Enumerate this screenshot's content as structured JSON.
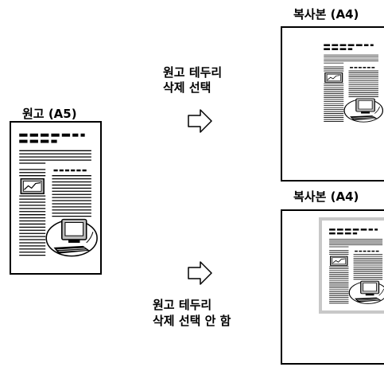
{
  "original": {
    "label": "원고 (A5)"
  },
  "copy_top": {
    "label": "복사본 (A4)"
  },
  "copy_bottom": {
    "label": "복사본 (A4)"
  },
  "option_erase": {
    "line1": "원고 테두리",
    "line2": "삭제 선택"
  },
  "option_no_erase": {
    "line1": "원고 테두리",
    "line2": "삭제 선택 안 함"
  },
  "colors": {
    "ink": "#000000",
    "paper": "#ffffff",
    "border_shadow": "#c8c8c8",
    "chart_bg": "#bdbdbd"
  },
  "icons": {
    "arrow": "right-arrow-icon",
    "monitor": "computer-icon",
    "chart": "line-chart-icon"
  }
}
